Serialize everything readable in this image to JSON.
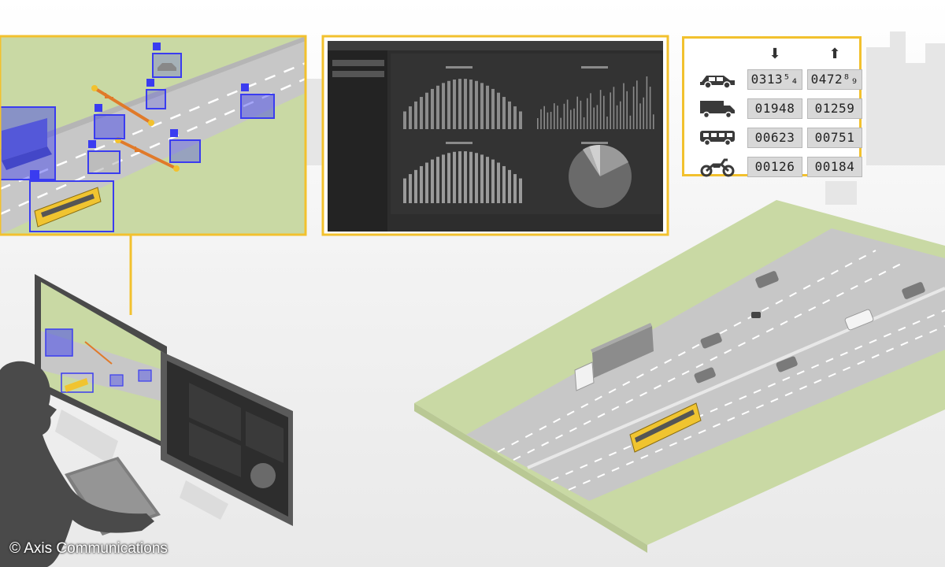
{
  "counter": {
    "direction_icons": [
      "arrow-down-icon",
      "arrow-up-icon"
    ],
    "rows": [
      {
        "vehicle": "car",
        "down": "0313⁵₄",
        "up": "0472⁸₉"
      },
      {
        "vehicle": "truck",
        "down": "01948",
        "up": "01259"
      },
      {
        "vehicle": "bus",
        "down": "00623",
        "up": "00751"
      },
      {
        "vehicle": "motorcycle",
        "down": "00126",
        "up": "00184"
      }
    ]
  },
  "credit": "© Axis Communications",
  "colors": {
    "highlight": "#f2c12e",
    "detection_box": "#3a3cf0",
    "virtual_line": "#e07a2a",
    "grass": "#c9d9a4",
    "road": "#c2c2c2",
    "dashboard_bg": "#2d2d2d",
    "silhouette": "#4a4a4a"
  }
}
